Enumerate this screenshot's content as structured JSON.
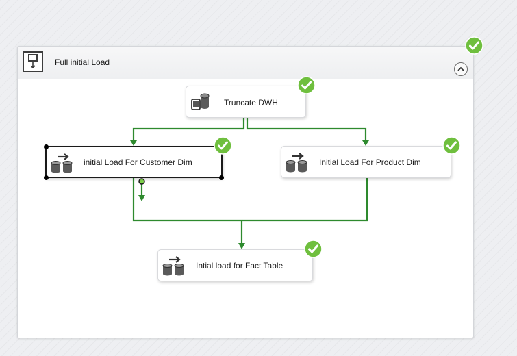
{
  "container": {
    "title": "Full initial Load",
    "status": "success"
  },
  "tasks": [
    {
      "label": "Truncate DWH",
      "icon": "execute-sql-task-icon",
      "status": "success"
    },
    {
      "label": "initial Load For Customer Dim",
      "icon": "data-flow-task-icon",
      "status": "success",
      "selected": true
    },
    {
      "label": "Initial Load For Product Dim",
      "icon": "data-flow-task-icon",
      "status": "success"
    },
    {
      "label": "Intial load for Fact Table",
      "icon": "data-flow-task-icon",
      "status": "success"
    }
  ],
  "colors": {
    "connector": "#2e8a2e",
    "success_check": "#6fbf3e",
    "task_border": "#d9dadd",
    "selection_border": "#1a1a1a"
  }
}
